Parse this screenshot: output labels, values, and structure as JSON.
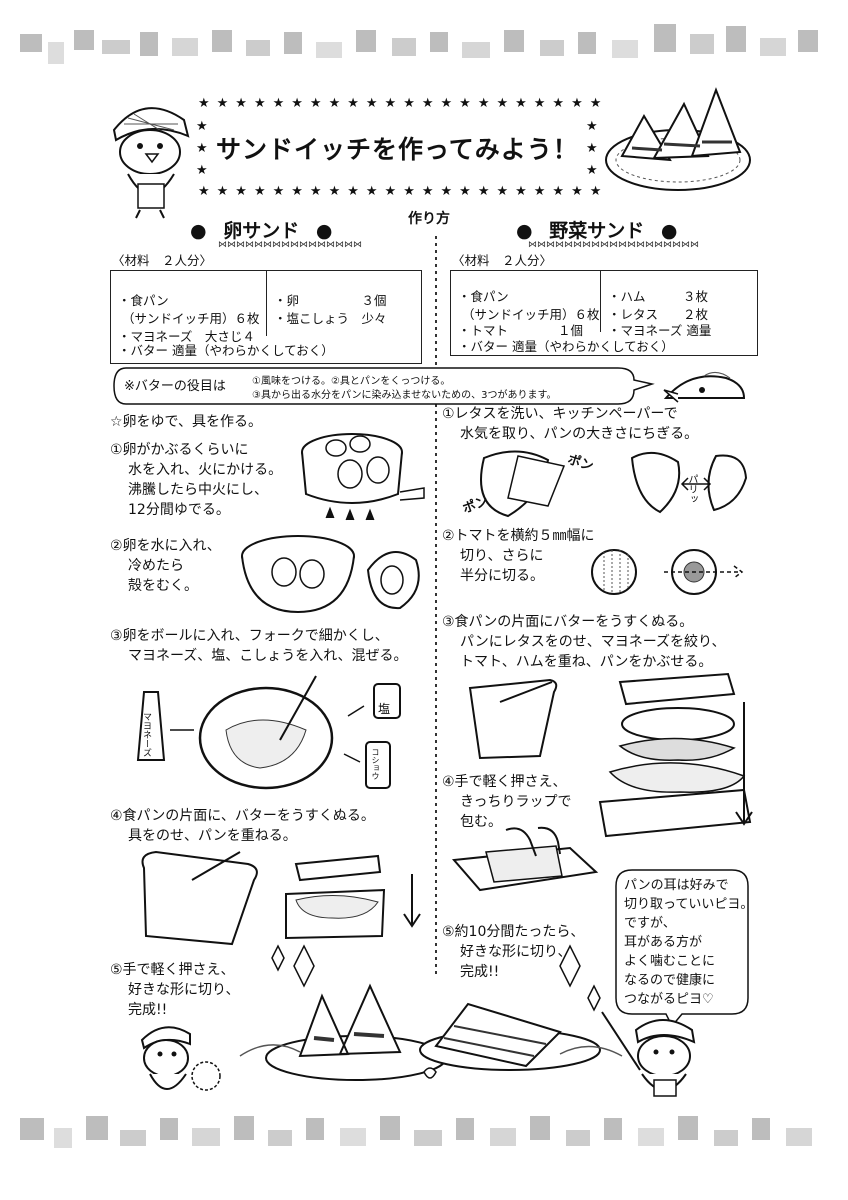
{
  "title": "サンドイッチを作ってみよう！",
  "how_to": "作り方",
  "egg": {
    "heading": "卵サンド",
    "materials_label": "〈材料　２人分〉",
    "left_items": [
      "・食パン",
      "（サンドイッチ用）６枚",
      "・マヨネーズ　大さじ４"
    ],
    "butter_line": "・バター 適量（やわらかくしておく）",
    "right_items": [
      "・卵　　　　　３個",
      "・塩こしょう　少々"
    ],
    "intro": "☆卵をゆで、具を作る。",
    "step1": [
      "①卵がかぶるくらいに",
      "水を入れ、火にかける。",
      "沸騰したら中火にし、",
      "12分間ゆでる。"
    ],
    "step2": [
      "②卵を水に入れ、",
      "冷めたら",
      "殻をむく。"
    ],
    "step3": [
      "③卵をボールに入れ、フォークで細かくし、",
      "マヨネーズ、塩、こしょうを入れ、混ぜる。"
    ],
    "step4": [
      "④食パンの片面に、バターをうすくぬる。",
      "具をのせ、パンを重ねる。"
    ],
    "step5": [
      "⑤手で軽く押さえ、",
      "好きな形に切り、",
      "完成!!"
    ]
  },
  "veg": {
    "heading": "野菜サンド",
    "materials_label": "〈材料　２人分〉",
    "left_items": [
      "・食パン",
      "（サンドイッチ用）６枚",
      "・トマト　　　　１個"
    ],
    "butter_line": "・バター 適量（やわらかくしておく）",
    "right_items": [
      "・ハム　　　３枚",
      "・レタス　　２枚",
      "・マヨネーズ 適量"
    ],
    "step1": [
      "①レタスを洗い、キッチンペーパーで",
      "水気を取り、パンの大きさにちぎる。"
    ],
    "step2": [
      "②トマトを横約５㎜幅に",
      "切り、さらに",
      "半分に切る。"
    ],
    "step3": [
      "③食パンの片面にバターをうすくぬる。",
      "パンにレタスをのせ、マヨネーズを絞り、",
      "トマト、ハムを重ね、パンをかぶせる。"
    ],
    "step4": [
      "④手で軽く押さえ、",
      "きっちりラップで",
      "包む。"
    ],
    "step5": [
      "⑤約10分間たったら、",
      "好きな形に切り、",
      "完成!!"
    ]
  },
  "butter_role": {
    "label": "※バターの役目は",
    "line1": "①風味をつける。②具とパンをくっつける。",
    "line2": "③具から出る水分をパンに染み込ませないための、3つがあります。"
  },
  "bird_tip": [
    "パンの耳は好みで",
    "切り取っていいピヨ。",
    "ですが、",
    "耳がある方が",
    "よく噛むことに",
    "なるので健康に",
    "つながるピヨ♡"
  ],
  "sfx": {
    "pon1": "ポン",
    "pon2": "ポン",
    "pari": "パリッ",
    "bottle_mayo": "マヨネーズ",
    "salt": "塩",
    "pepper": "コショウ"
  }
}
